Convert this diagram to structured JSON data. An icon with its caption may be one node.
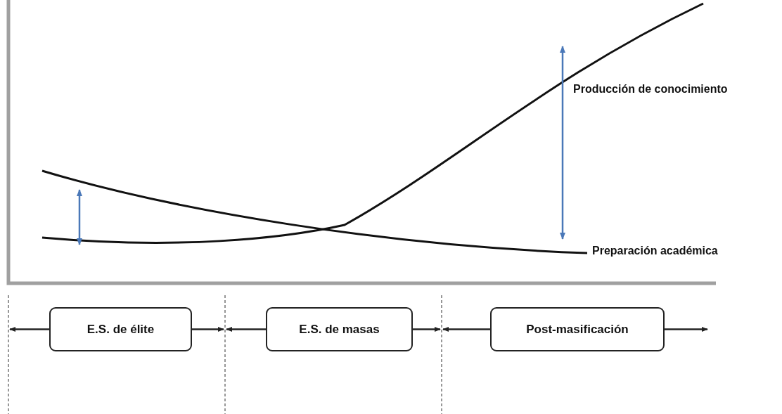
{
  "diagram": {
    "nodes": [
      {
        "text": [
          "E.S. de élite"
        ]
      },
      {
        "text": [
          "E.S. de masas"
        ]
      },
      {
        "text": [
          "Post-masificación"
        ]
      }
    ],
    "edges": [
      {
        "from": 0,
        "to": null,
        "arrow": "to"
      },
      {
        "from": 0,
        "to": null,
        "arrow": "to"
      },
      {
        "from": 1,
        "to": null,
        "arrow": "to"
      },
      {
        "from": 1,
        "to": null,
        "arrow": "to"
      },
      {
        "from": 2,
        "to": null,
        "arrow": "to"
      },
      {
        "from": 2,
        "to": null,
        "arrow": "to"
      }
    ],
    "labels": [
      "Producción de conocimiento",
      "Preparación académica"
    ]
  }
}
